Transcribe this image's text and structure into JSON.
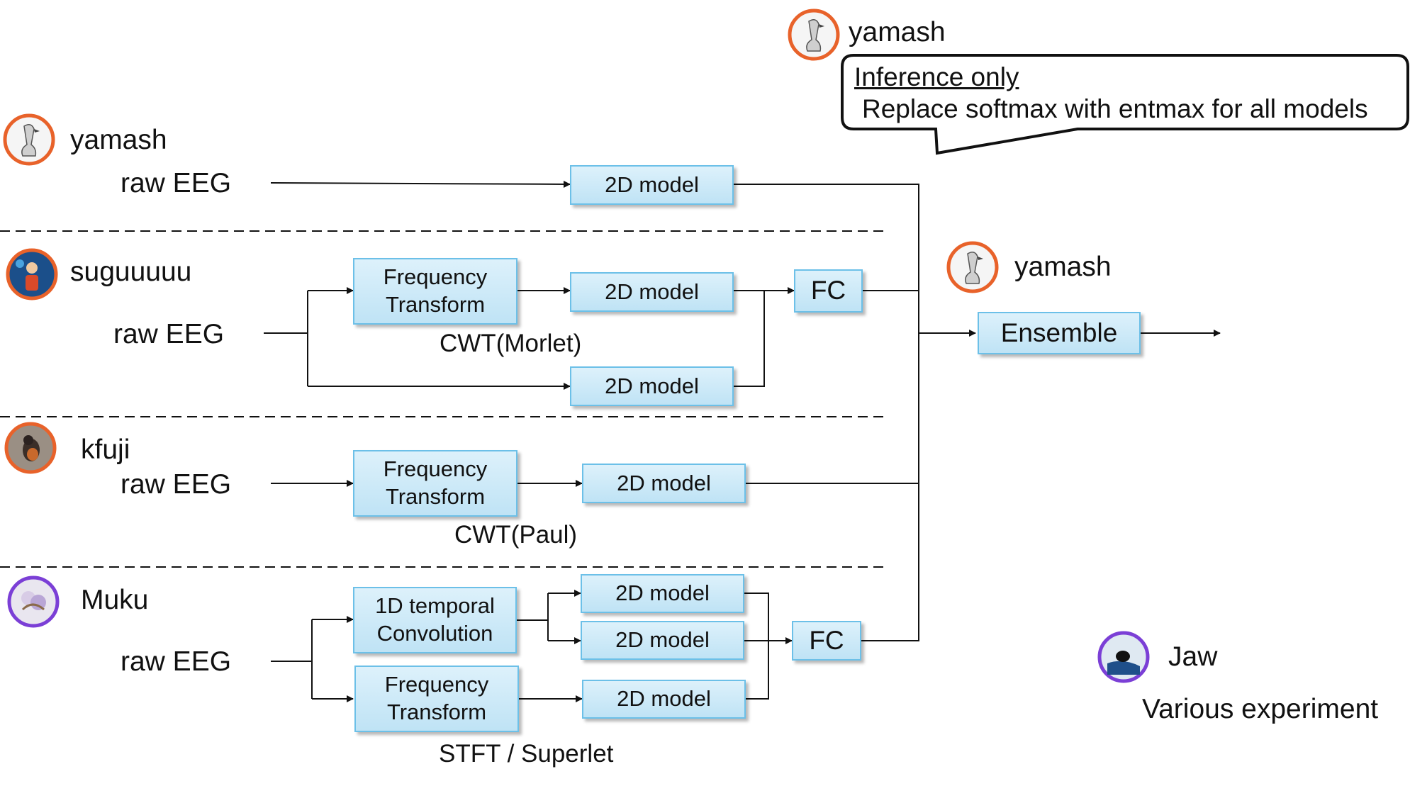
{
  "colors": {
    "box_fill": "#cfeaf8",
    "box_border": "#6cc0e8",
    "ring_orange": "#e8622a",
    "ring_purple": "#7b3fd6"
  },
  "callout": {
    "author": "yamash",
    "title": "Inference only",
    "text": "Replace softmax with entmax for all models"
  },
  "ensemble": {
    "author": "yamash",
    "label": "Ensemble"
  },
  "pipeline_1": {
    "author": "yamash",
    "input": "raw EEG",
    "model": "2D model"
  },
  "pipeline_2": {
    "author": "suguuuuu",
    "input": "raw EEG",
    "transform": "Frequency\nTransform",
    "transform_caption": "CWT(Morlet)",
    "model_a": "2D model",
    "model_b": "2D model",
    "fc": "FC"
  },
  "pipeline_3": {
    "author": "kfuji",
    "input": "raw EEG",
    "transform": "Frequency\nTransform",
    "transform_caption": "CWT(Paul)",
    "model": "2D model"
  },
  "pipeline_4": {
    "author": "Muku",
    "input": "raw EEG",
    "conv": "1D temporal\nConvolution",
    "transform": "Frequency\nTransform",
    "transform_caption": "STFT / Superlet",
    "model_a": "2D model",
    "model_b": "2D model",
    "model_c": "2D model",
    "fc": "FC"
  },
  "extra": {
    "author": "Jaw",
    "note": "Various experiment"
  },
  "icons": [
    "goose-avatar-icon",
    "person-avatar-icon",
    "bird-avatar-icon",
    "flower-avatar-icon",
    "fish-avatar-icon"
  ]
}
